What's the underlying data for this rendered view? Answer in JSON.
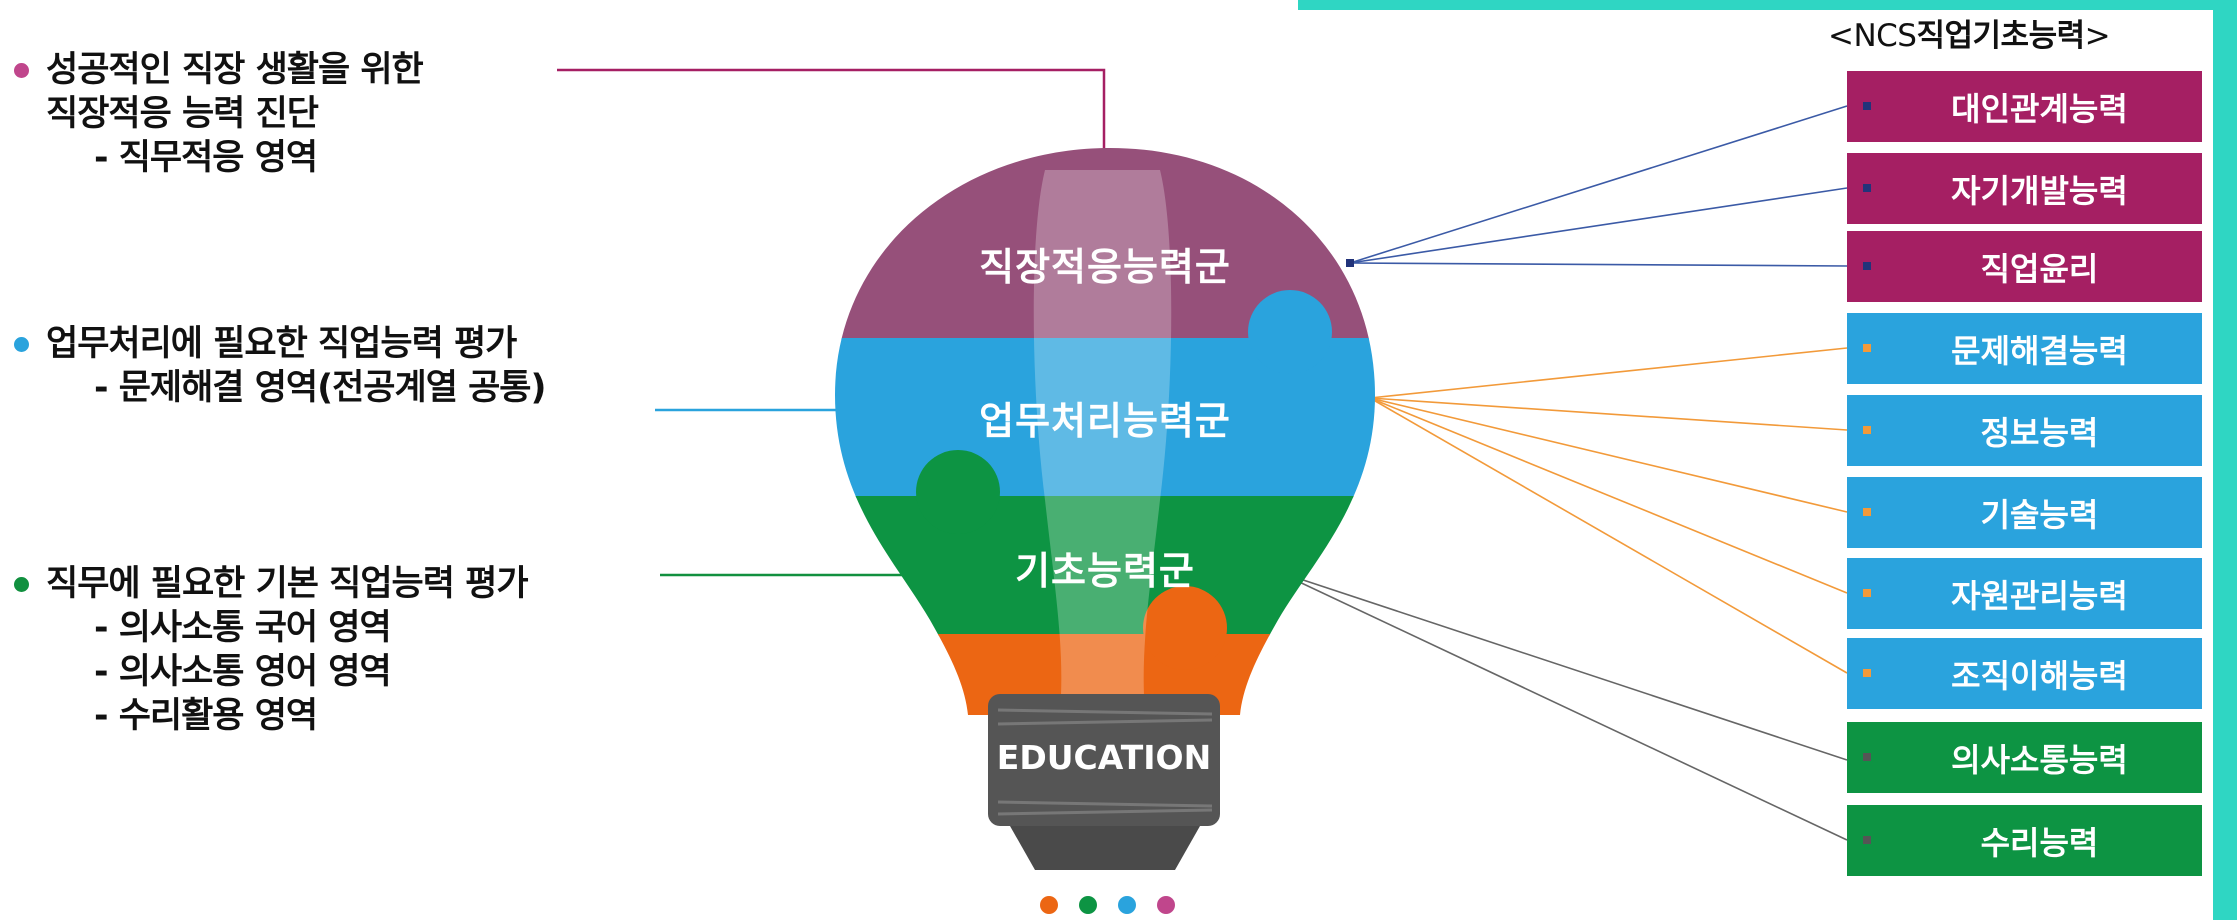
{
  "left_notes": {
    "adapt": {
      "line1": "성공적인 직장 생활을 위한",
      "line2": "직장적응 능력 진단",
      "line3": "- 직무적응 영역",
      "color": "#c0468c"
    },
    "work": {
      "line1": "업무처리에 필요한 직업능력 평가",
      "line2": "- 문제해결 영역(전공계열 공통)",
      "color": "#2aa3dd"
    },
    "basic": {
      "line1": "직무에 필요한 기본 직업능력 평가",
      "line2": "- 의사소통 국어 영역",
      "line3": "- 의사소통 영어 영역",
      "line4": "- 수리활용 영역",
      "color": "#11903f"
    }
  },
  "bulb": {
    "top_label": "직장적응능력군",
    "middle_label": "업무처리능력군",
    "bottom_label": "기초능력군",
    "base_label": "EDUCATION"
  },
  "ncs": {
    "header_prefix": "<NCS",
    "header_bold": "직업기초능력",
    "header_suffix": ">",
    "items": [
      {
        "label": "대인관계능력",
        "group": "purple"
      },
      {
        "label": "자기개발능력",
        "group": "purple"
      },
      {
        "label": "직업윤리",
        "group": "purple"
      },
      {
        "label": "문제해결능력",
        "group": "blue"
      },
      {
        "label": "정보능력",
        "group": "blue"
      },
      {
        "label": "기술능력",
        "group": "blue"
      },
      {
        "label": "자원관리능력",
        "group": "blue"
      },
      {
        "label": "조직이해능력",
        "group": "blue"
      },
      {
        "label": "의사소통능력",
        "group": "green"
      },
      {
        "label": "수리능력",
        "group": "green"
      }
    ]
  },
  "colors": {
    "purple": "#a51f63",
    "blue": "#2aa3dd",
    "green": "#0d9443",
    "orange": "#ec6613",
    "teal_accent": "#2fd6c3"
  },
  "pager": {
    "count": 4,
    "colors": [
      "#ec6613",
      "#0d9443",
      "#2aa3dd",
      "#c0468c"
    ]
  }
}
